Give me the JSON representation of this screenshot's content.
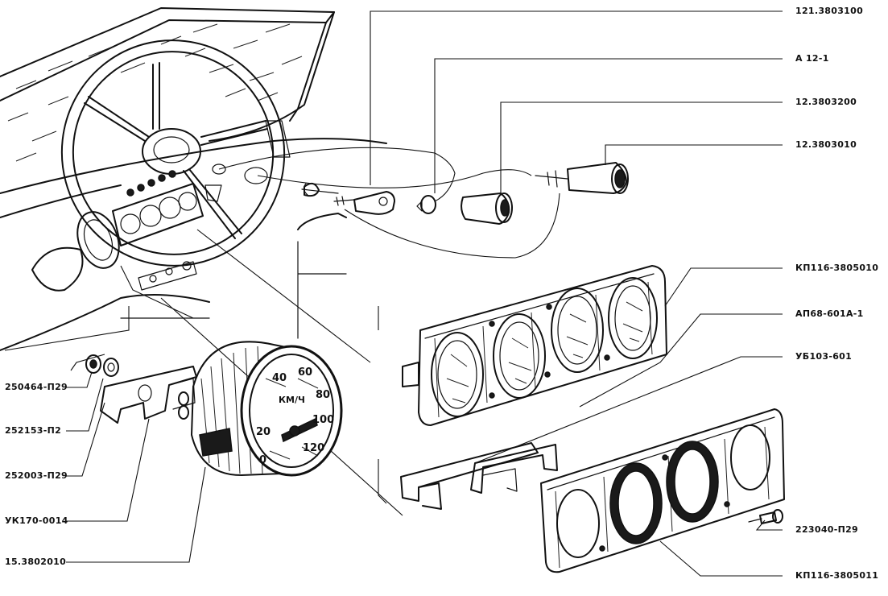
{
  "labels": {
    "l1": "121.3803100",
    "l2": "А 12-1",
    "l3": "12.3803200",
    "l4": "12.3803010",
    "l5": "КП116-3805010",
    "l6": "АП68-601А-1",
    "l7": "УБ103-601",
    "l8": "223040-П29",
    "l9": "КП116-3805011",
    "l10": "250464-П29",
    "l11": "252153-П2",
    "l12": "252003-П29",
    "l13": "УК170-0014",
    "l14": "15.3802010"
  },
  "speedometer": {
    "unit": "КМ/Ч",
    "ticks": [
      "0",
      "20",
      "40",
      "60",
      "80",
      "100",
      "120"
    ]
  }
}
